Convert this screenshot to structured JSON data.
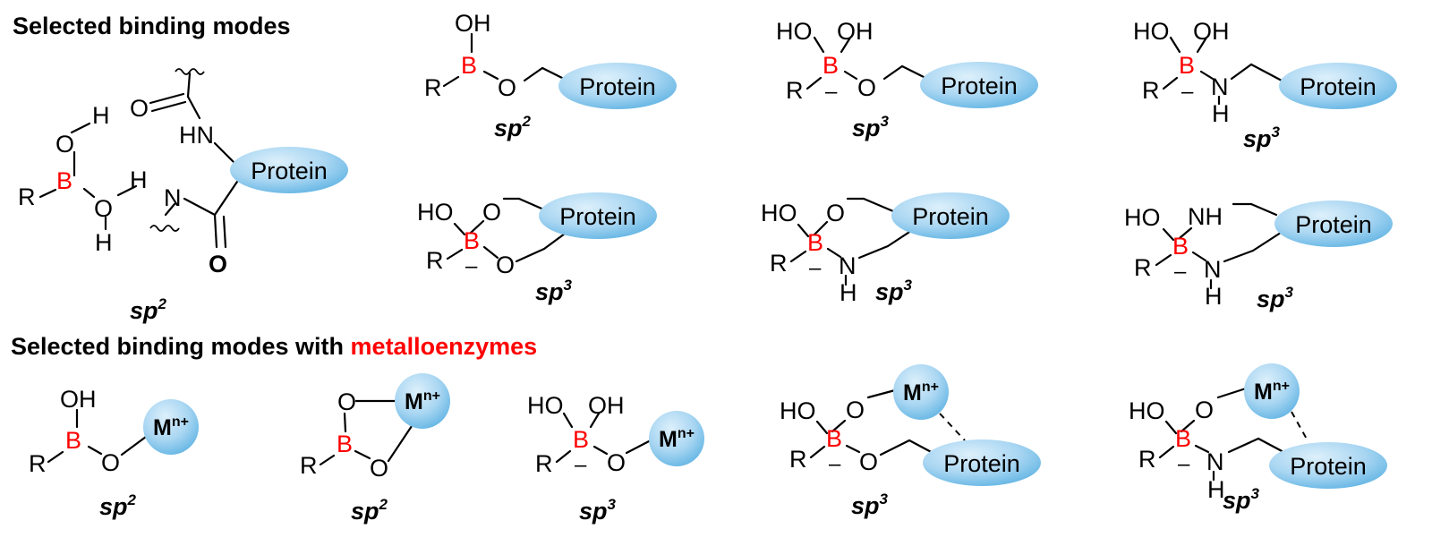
{
  "headings": {
    "top": "Selected binding modes",
    "bottom_prefix": "Selected binding modes with ",
    "bottom_highlight": "metalloenzymes"
  },
  "labels": {
    "boron": "B",
    "oxygen": "O",
    "hydroxyl": "OH",
    "hydroxyl_left": "HO",
    "hydrogen": "H",
    "nitrogen": "N",
    "amine_nh": "NH",
    "amide_hn": "HN",
    "r_group": "R",
    "minus": "–",
    "carbonyl_oxygen": "O",
    "protein": "Protein",
    "metal": "M",
    "metal_charge": "n+",
    "hyb_base": "sp",
    "sp2_sup": "2",
    "sp3_sup": "3"
  },
  "structures": [
    {
      "id": "hbond-sp2",
      "hybridization": "sp2",
      "partner": "Protein"
    },
    {
      "id": "boronate-ester-sp2",
      "hybridization": "sp2",
      "partner": "Protein"
    },
    {
      "id": "tetrahedral-ester-sp3",
      "hybridization": "sp3",
      "partner": "Protein"
    },
    {
      "id": "tetrahedral-amine-sp3",
      "hybridization": "sp3",
      "partner": "Protein"
    },
    {
      "id": "cyclic-diester-sp3",
      "hybridization": "sp3",
      "partner": "Protein"
    },
    {
      "id": "cyclic-oxy-amine-sp3",
      "hybridization": "sp3",
      "partner": "Protein"
    },
    {
      "id": "cyclic-diamine-sp3",
      "hybridization": "sp3",
      "partner": "Protein"
    },
    {
      "id": "metal-monodentate-sp2",
      "hybridization": "sp2",
      "partner": "Mn+"
    },
    {
      "id": "metal-bidentate-sp2",
      "hybridization": "sp2",
      "partner": "Mn+"
    },
    {
      "id": "metal-tetrahedral-sp3",
      "hybridization": "sp3",
      "partner": "Mn+"
    },
    {
      "id": "metal-protein-ester-sp3",
      "hybridization": "sp3",
      "partner": "Mn+ / Protein"
    },
    {
      "id": "metal-protein-amine-sp3",
      "hybridization": "sp3",
      "partner": "Mn+ / Protein"
    }
  ],
  "colors": {
    "boron": "#ff0000",
    "highlight": "#ff0000",
    "protein_fill_light": "#ddf0fb",
    "protein_fill_dark": "#5fb3e3",
    "text": "#000000"
  }
}
